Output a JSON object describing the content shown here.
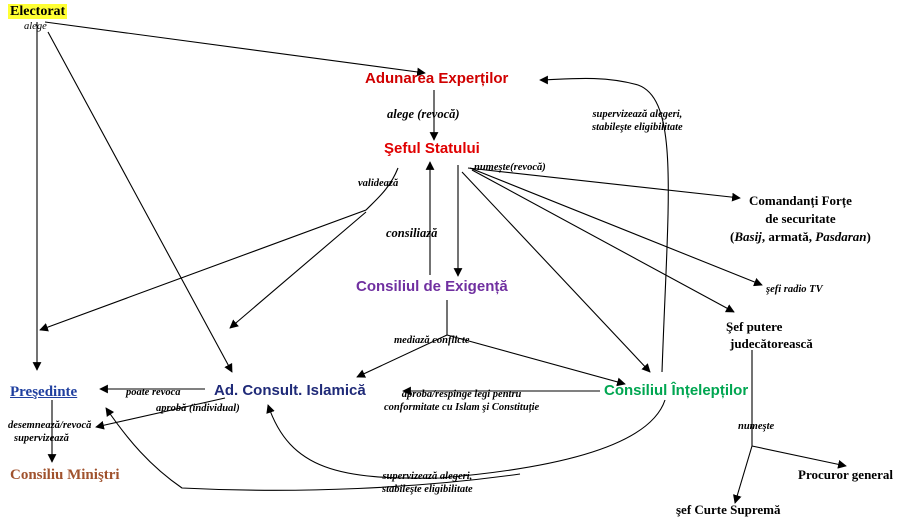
{
  "colors": {
    "electorat_bg": "#ffff33",
    "adunarea": "#d00000",
    "seful": "#e00000",
    "exigenta": "#7030a0",
    "intelepti": "#00a651",
    "islamica": "#1f2a78",
    "presedinte": "#1f3f9f",
    "ministri": "#a0522d",
    "edges": "#000000"
  },
  "nodes": {
    "electorat": "Electorat",
    "adunarea": "Adunarea Experților",
    "seful": "Şeful Statului",
    "exigenta": "Consiliul de Exigență",
    "intelepti": "Consiliul Înțelepților",
    "islamica": "Ad. Consult. Islamică",
    "presedinte": "Preşedinte",
    "ministri": "Consiliu Miniştri",
    "comandanti": {
      "line1": "Comandanți Forțe",
      "line2": "de securitate",
      "open": "(",
      "basij": "Basij",
      "sep1": ", armată, ",
      "pasdaran": "Pasdaran",
      "close": ")"
    },
    "radio": "şefi radio TV",
    "judiciar": {
      "line1": "Şef putere",
      "line2": "judecătorească"
    },
    "procuror": "Procuror general",
    "curte": "şef Curte Supremă"
  },
  "labels": {
    "alege_top": "alege",
    "alege_revoca": "alege (revocă)",
    "supervizeaza_top": {
      "line1": "supervizează alegeri,",
      "line2": "stabileşte eligibilitate"
    },
    "valideaza": "validează",
    "numeste_revoca": "numeşte(revocă)",
    "consiliaza": "consiliază",
    "mediaza": "mediază conflicte",
    "poate_revoca": "poate revoca",
    "aproba_individual": "aprobă (individual)",
    "aproba_respinge": {
      "line1": "aproba/respinge legi pentru",
      "line2": "conformitate cu Islam şi Constituție"
    },
    "desemneaza": {
      "line1": "desemnează/revocă",
      "line2": "supervizează"
    },
    "supervizeaza_bottom": {
      "line1": "supervizează alegeri,",
      "line2": "stabileşte eligibilitate"
    },
    "numeste": "numeşte"
  }
}
